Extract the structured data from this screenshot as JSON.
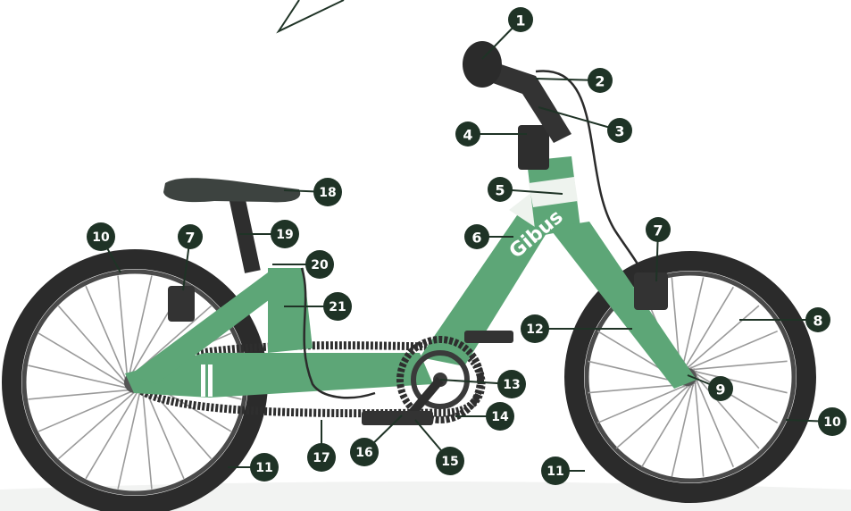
{
  "brand_logo_text": "Gibus",
  "colors": {
    "frame_green": "#5da677",
    "frame_green_dark": "#3f8257",
    "frame_white": "#eef3ee",
    "tire": "#2b2b2b",
    "rim": "#3a3a3a",
    "spoke": "#8a8a8a",
    "seat": "#3d4340",
    "chain": "#2e2e2e",
    "callout_fill": "#1f3326",
    "leader_line": "#1f3326",
    "background": "#ffffff",
    "floor_shadow": "#f0f1f0"
  },
  "callouts": [
    {
      "id": "c1",
      "label": "1"
    },
    {
      "id": "c2",
      "label": "2"
    },
    {
      "id": "c3",
      "label": "3"
    },
    {
      "id": "c4",
      "label": "4"
    },
    {
      "id": "c5",
      "label": "5"
    },
    {
      "id": "c6",
      "label": "6"
    },
    {
      "id": "c7a",
      "label": "7"
    },
    {
      "id": "c7b",
      "label": "7"
    },
    {
      "id": "c8",
      "label": "8"
    },
    {
      "id": "c9",
      "label": "9"
    },
    {
      "id": "c10a",
      "label": "10"
    },
    {
      "id": "c10b",
      "label": "10"
    },
    {
      "id": "c11a",
      "label": "11"
    },
    {
      "id": "c11b",
      "label": "11"
    },
    {
      "id": "c12",
      "label": "12"
    },
    {
      "id": "c13",
      "label": "13"
    },
    {
      "id": "c14",
      "label": "14"
    },
    {
      "id": "c15",
      "label": "15"
    },
    {
      "id": "c16",
      "label": "16"
    },
    {
      "id": "c17",
      "label": "17"
    },
    {
      "id": "c18",
      "label": "18"
    },
    {
      "id": "c19",
      "label": "19"
    },
    {
      "id": "c20",
      "label": "20"
    },
    {
      "id": "c21",
      "label": "21"
    }
  ]
}
